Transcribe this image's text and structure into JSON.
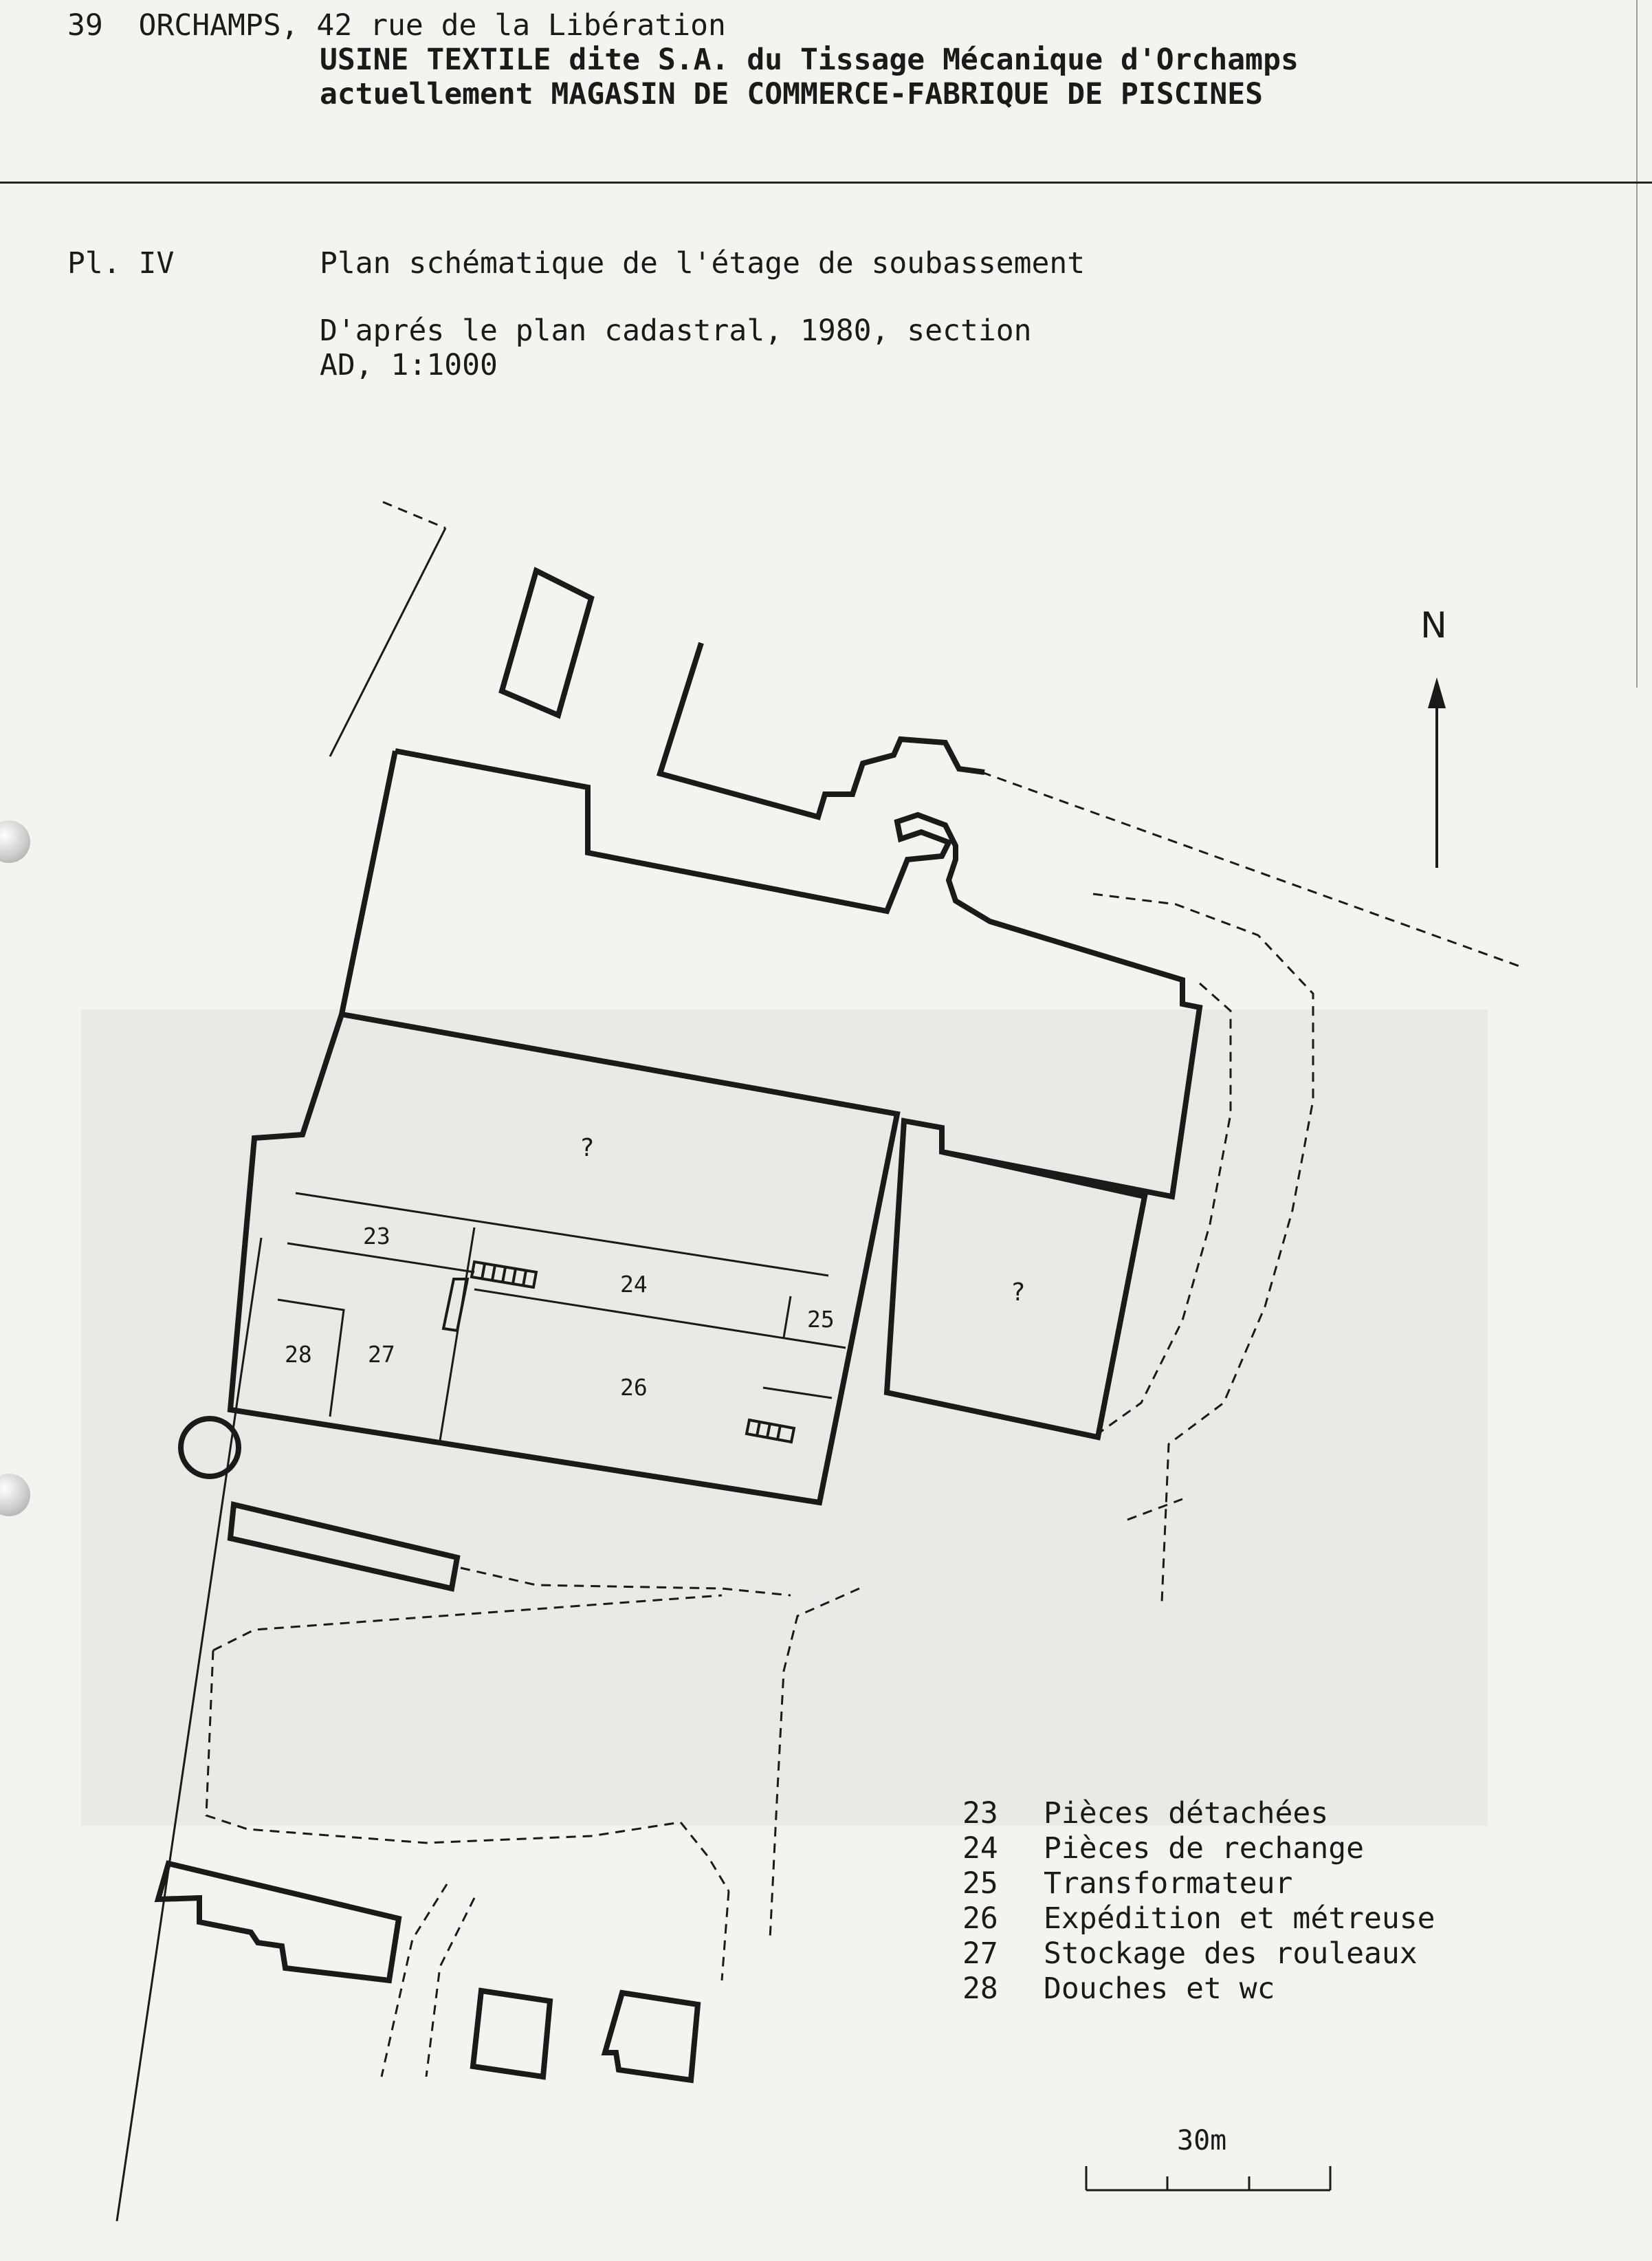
{
  "header": {
    "line1": "39  ORCHAMPS, 42 rue de la Libération",
    "line2": "USINE TEXTILE dite S.A. du Tissage Mécanique d'Orchamps",
    "line3": "actuellement MAGASIN DE COMMERCE-FABRIQUE DE PISCINES"
  },
  "plate": {
    "number": "Pl. IV",
    "title": "Plan schématique de l'étage de soubassement",
    "source1": "D'aprés le plan cadastral, 1980, section",
    "source2": "AD, 1:1000"
  },
  "compass": {
    "label": "N"
  },
  "rooms": {
    "unknown_main": "?",
    "unknown_east": "?",
    "r23": "23",
    "r24": "24",
    "r25": "25",
    "r26": "26",
    "r27": "27",
    "r28": "28"
  },
  "legend": [
    {
      "num": "23",
      "label": "Pièces détachées"
    },
    {
      "num": "24",
      "label": "Pièces de rechange"
    },
    {
      "num": "25",
      "label": "Transformateur"
    },
    {
      "num": "26",
      "label": "Expédition et métreuse"
    },
    {
      "num": "27",
      "label": "Stockage des rouleaux"
    },
    {
      "num": "28",
      "label": "Douches et wc"
    }
  ],
  "scale_bar": {
    "label": "30m"
  },
  "colors": {
    "ink": "#1a1a1a",
    "paper": "#f3f3f1"
  }
}
